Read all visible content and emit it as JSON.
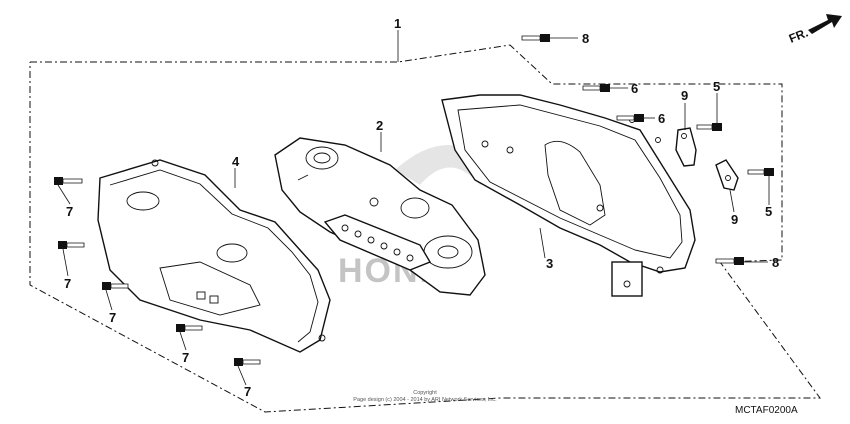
{
  "diagram": {
    "code": "MCTAF0200A",
    "copyright_line1": "Copyright",
    "copyright_line2": "Page design (c) 2004 - 2014 by ARI Network Services, Inc.",
    "watermark": "HONDA",
    "direction": "FR.",
    "callouts": {
      "c1": "1",
      "c2": "2",
      "c3": "3",
      "c4": "4",
      "c5a": "5",
      "c5b": "5",
      "c6a": "6",
      "c6b": "6",
      "c7a": "7",
      "c7b": "7",
      "c7c": "7",
      "c7d": "7",
      "c7e": "7",
      "c8a": "8",
      "c8b": "8",
      "c9a": "9",
      "c9b": "9"
    }
  }
}
